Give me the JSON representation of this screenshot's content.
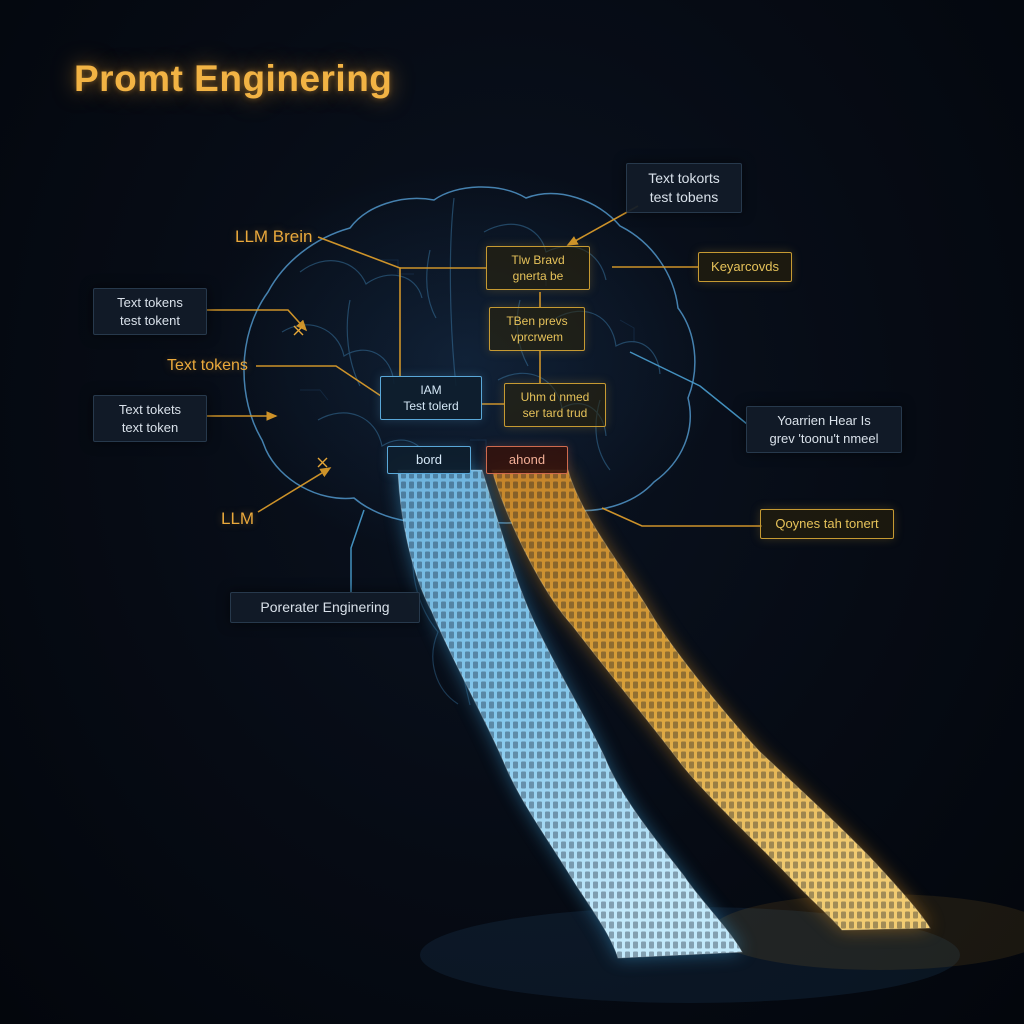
{
  "title": "Promt Enginering",
  "labels": {
    "llm_brain": "LLM Brein",
    "text_tokens_mid": "Text tokens",
    "llm": "LLM"
  },
  "boxes": {
    "top_right_tokens": {
      "line1": "Text tokorts",
      "line2": "test tobens"
    },
    "keywords": "Keyarcovds",
    "gold_generate": {
      "line1": "Tlw Bravd",
      "line2": "gnerta be"
    },
    "gold_prompt": {
      "line1": "TBen prevs",
      "line2": "vprcrwem"
    },
    "gold_named": {
      "line1": "Uhm d nmed",
      "line2": "ser tard trud"
    },
    "blue_llm": {
      "line1": "IAM",
      "line2": "Test tolerd"
    },
    "left_tokens_top": {
      "line1": "Text tokens",
      "line2": "test tokent"
    },
    "left_tokens_bottom": {
      "line1": "Text tokets",
      "line2": "text token"
    },
    "prompt_engineering": "Porerater Enginering",
    "right_info": {
      "line1": "Yoarrien Hear Is",
      "line2": "grev 'toonu't nmeel"
    },
    "right_gold": "Qoynes tah tonert",
    "bord": "bord",
    "ahond": "ahond"
  },
  "colors": {
    "background": "#06090f",
    "title": "#f2b344",
    "accent_orange": "#e8a838",
    "accent_gold": "#c69a32",
    "accent_blue": "#4a9fd0",
    "ribbon_blue": "#7cc4e8",
    "ribbon_orange": "#d99a33",
    "box_dark_bg": "#141f2b"
  }
}
